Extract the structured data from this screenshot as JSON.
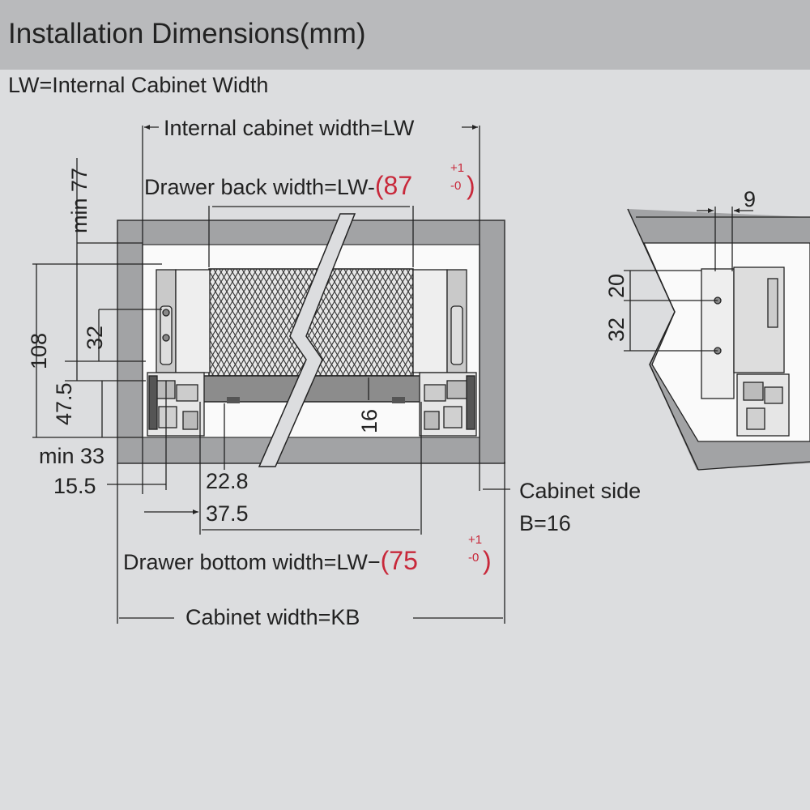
{
  "header": {
    "title": "Installation Dimensions(mm)"
  },
  "subtitle": "LW=Internal Cabinet Width",
  "colors": {
    "header_bg": "#b9babc",
    "page_bg": "#dcdddf",
    "cabinet_side": "#a2a3a5",
    "tolerance": "#c8283a",
    "text": "#222222"
  },
  "labels": {
    "internal_width": "Internal cabinet width=LW",
    "back_width": "Drawer back width=LW-",
    "back_paren_open": "(",
    "back_value": "87",
    "back_tol_plus": "+1",
    "back_tol_minus": "-0",
    "back_paren_close": ")",
    "bottom_width": "Drawer bottom width=LW−",
    "bottom_paren_open": "(",
    "bottom_value": "75",
    "bottom_tol_plus": "+1",
    "bottom_tol_minus": "-0",
    "bottom_paren_close": ")",
    "cabinet_width": "Cabinet width=KB",
    "cabinet_side": "Cabinet side",
    "side_thickness": "B=16"
  },
  "dims": {
    "min77": "min 77",
    "d108": "108",
    "d32": "32",
    "d47_5": "47.5",
    "min33": "min 33",
    "d15_5": "15.5",
    "d22_8": "22.8",
    "d37_5": "37.5",
    "d16": "16",
    "d9": "9",
    "d20": "20",
    "d32_side": "32"
  }
}
